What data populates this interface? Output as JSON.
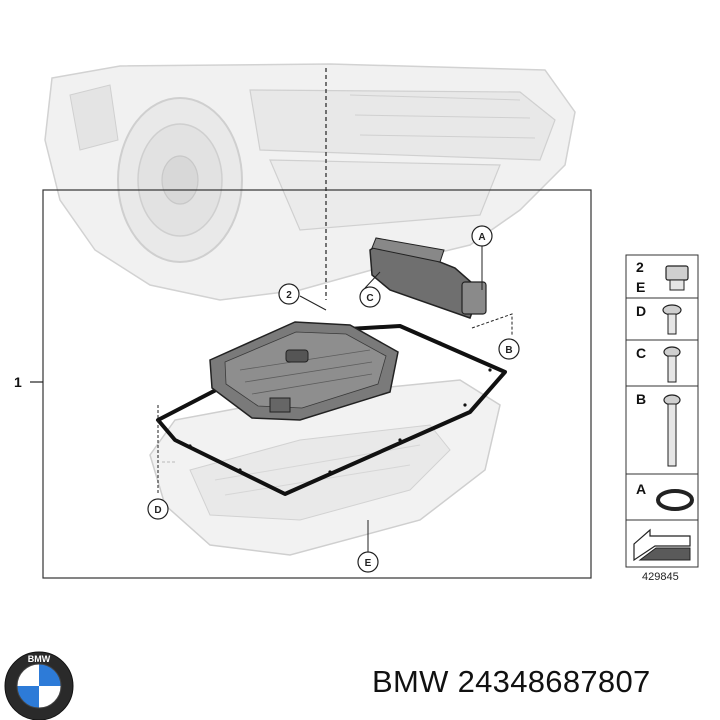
{
  "diagram": {
    "item_label": "1",
    "callouts": [
      {
        "id": "callout-2",
        "text": "2"
      },
      {
        "id": "callout-a",
        "text": "A"
      },
      {
        "id": "callout-b",
        "text": "B"
      },
      {
        "id": "callout-c",
        "text": "C"
      },
      {
        "id": "callout-d",
        "text": "D"
      },
      {
        "id": "callout-e",
        "text": "E"
      }
    ],
    "legend": {
      "rows": [
        {
          "label_top": "2",
          "label_bottom": "E",
          "part": "drain-plug"
        },
        {
          "label_top": "D",
          "part": "short-bolt"
        },
        {
          "label_top": "C",
          "part": "medium-bolt"
        },
        {
          "label_top": "B",
          "part": "long-bolt"
        },
        {
          "label_top": "A",
          "part": "seal-ring"
        }
      ],
      "drawing_number": "429845"
    }
  },
  "footer": {
    "brand_logo_text": "BMW",
    "part_label": "BMW 24348687807"
  },
  "colors": {
    "line": "#222222",
    "ghost": "#d6d6d6",
    "pan": "#efefef",
    "filter": "#7c7c7c"
  }
}
